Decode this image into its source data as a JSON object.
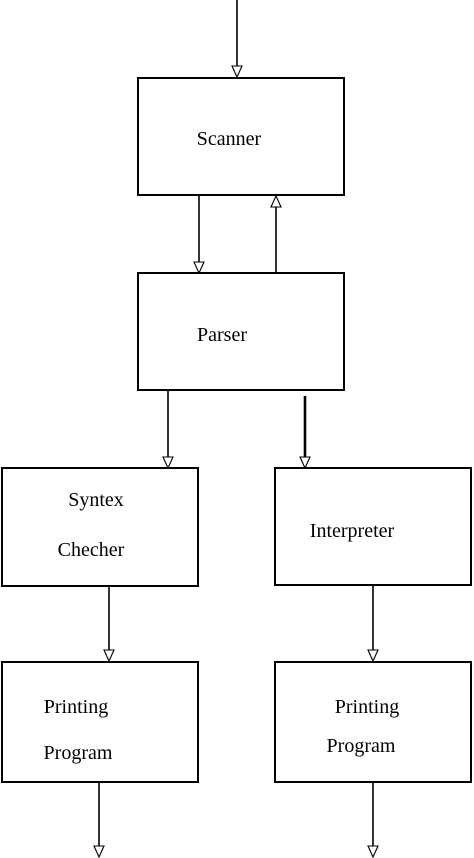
{
  "nodes": {
    "scanner": {
      "lines": [
        "Scanner"
      ]
    },
    "parser": {
      "lines": [
        "Parser"
      ]
    },
    "syntax_checker": {
      "lines": [
        "Syntex",
        "Checher"
      ]
    },
    "interpreter": {
      "lines": [
        "Interpreter"
      ]
    },
    "printing_left": {
      "lines": [
        "Printing",
        "Program"
      ]
    },
    "printing_right": {
      "lines": [
        "Printing",
        "Program"
      ]
    }
  },
  "edges": [
    {
      "from": "input",
      "to": "scanner"
    },
    {
      "from": "scanner",
      "to": "parser"
    },
    {
      "from": "parser",
      "to": "scanner"
    },
    {
      "from": "parser",
      "to": "syntax_checker"
    },
    {
      "from": "parser",
      "to": "interpreter"
    },
    {
      "from": "syntax_checker",
      "to": "printing_left"
    },
    {
      "from": "interpreter",
      "to": "printing_right"
    },
    {
      "from": "printing_left",
      "to": "output"
    },
    {
      "from": "printing_right",
      "to": "output"
    }
  ],
  "colors": {
    "stroke": "#000000",
    "background": "#ffffff"
  }
}
